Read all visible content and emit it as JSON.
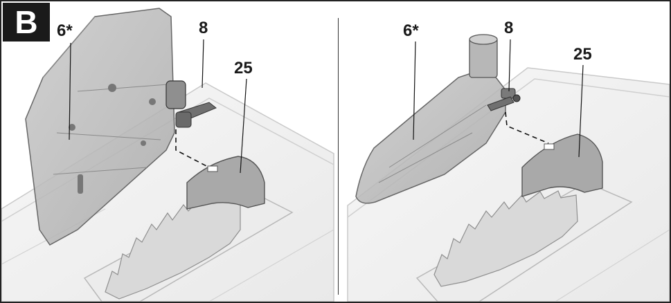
{
  "figure": {
    "badge": "B"
  },
  "left_panel": {
    "labels": {
      "guard": "6*",
      "knob": "8",
      "riving_knife": "25"
    }
  },
  "right_panel": {
    "labels": {
      "guard": "6*",
      "knob": "8",
      "riving_knife": "25"
    }
  },
  "colors": {
    "table": "#f3f3f3",
    "table_edge": "#c9c9c9",
    "guard": "#b9b9b9",
    "blade": "#d9d9d9",
    "knife": "#a5a5a5",
    "line": "#222222"
  }
}
